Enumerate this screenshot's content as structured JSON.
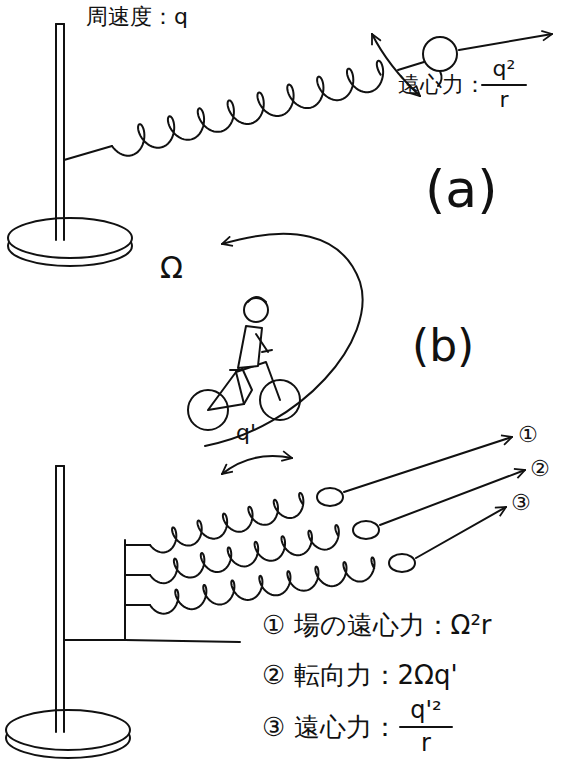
{
  "diagram": {
    "labels": [
      "周速度：q",
      "遠心力：",
      "q²",
      "r",
      "Ω",
      "(a)",
      "(b)",
      "q'",
      "①",
      "②",
      "③",
      "① 場の遠心力：Ω²r",
      "② 転向力：2Ωq'",
      "③ 遠心力：",
      "q'²",
      "r"
    ]
  }
}
